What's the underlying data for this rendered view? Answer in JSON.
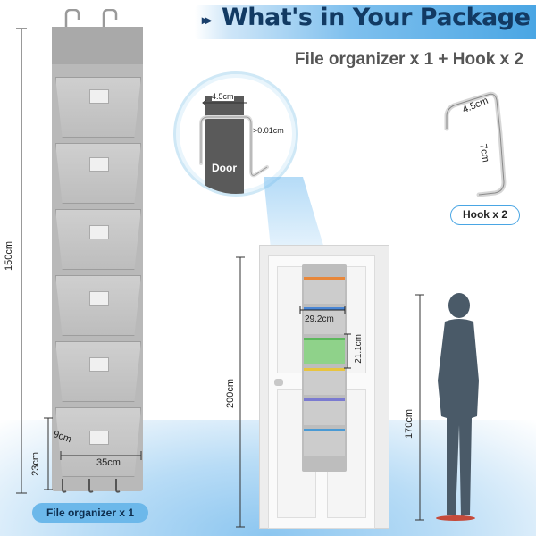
{
  "banner": {
    "arrows": "▸▸",
    "title": "What's in Your Package",
    "subtitle": "File organizer x 1 + Hook x 2"
  },
  "organizer": {
    "height_label": "150cm",
    "pocket_depth_label": "9cm",
    "pocket_height_label": "23cm",
    "pocket_width_label": "35cm",
    "pill": "File organizer x 1"
  },
  "zoom": {
    "width_label": "4.5cm",
    "gap_label": ">0.01cm",
    "door_label": "Door"
  },
  "hook": {
    "width_label": "4.5cm",
    "length_label": "7cm",
    "pill": "Hook x 2"
  },
  "door": {
    "height_label": "200cm",
    "pocket_width_label": "29.2cm",
    "pocket_height_label": "21.1cm"
  },
  "person": {
    "height_label": "170cm"
  },
  "colors": {
    "banner_text": "#123a63",
    "accent_blue": "#4aa6e4",
    "organizer_gray": "#b9b9b9",
    "pocket_strips": [
      "#e8873a",
      "#4a86d4",
      "#5cb85c",
      "#e8c440",
      "#7a7ad0",
      "#4a9ad4"
    ]
  }
}
